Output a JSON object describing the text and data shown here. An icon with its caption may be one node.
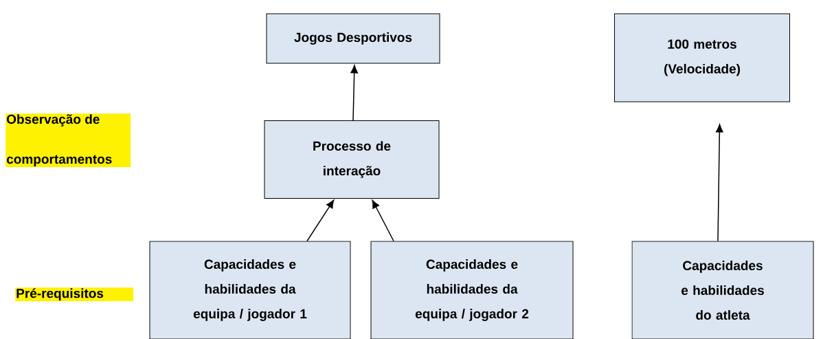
{
  "diagram": {
    "nodes": [
      {
        "text": [
          "Jogos Desportivos"
        ]
      },
      {
        "text": [
          "100 metros (Velocidade)"
        ]
      },
      {
        "text": [
          "Processo de interação"
        ]
      },
      {
        "text": [
          "Capacidades e habilidades da equipa / jogador 1"
        ]
      },
      {
        "text": [
          "Capacidades e habilidades da equipa / jogador 2"
        ]
      },
      {
        "text": [
          "Capacidades e habilidades do atleta"
        ]
      }
    ],
    "edges": [
      {
        "from": 2,
        "to": 0,
        "arrow": "to"
      },
      {
        "from": 3,
        "to": 2,
        "arrow": "to"
      },
      {
        "from": 4,
        "to": 2,
        "arrow": "to"
      },
      {
        "from": 5,
        "to": 1,
        "arrow": "to"
      }
    ],
    "labels": [
      "Observação de comportamentos",
      "Pré-requisitos"
    ]
  }
}
